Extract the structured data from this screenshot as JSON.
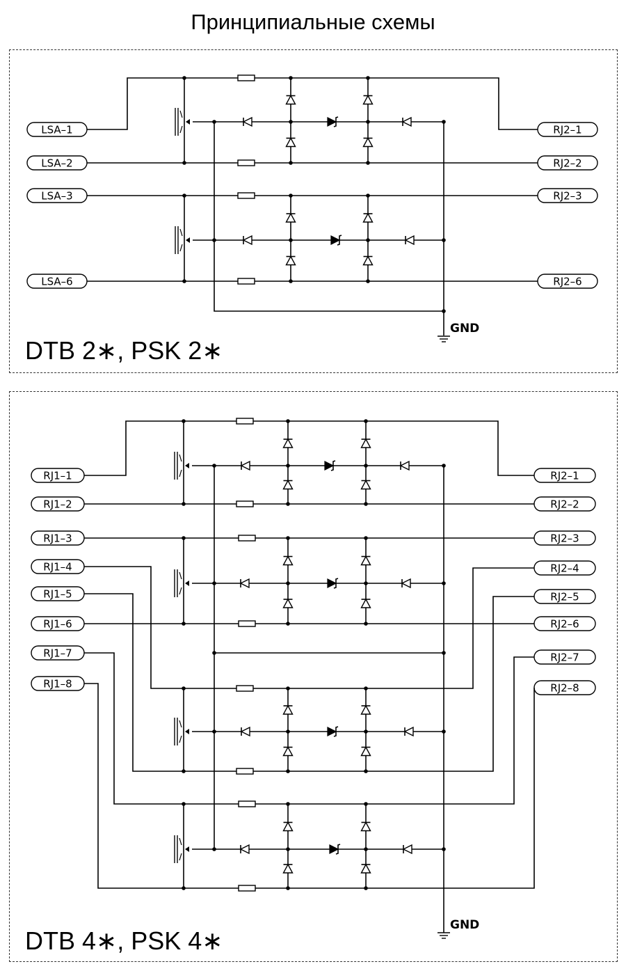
{
  "page": {
    "title": "Принципиальные схемы"
  },
  "panels": [
    {
      "caption": "DTB 2∗, PSK 2∗",
      "gnd_label": "GND",
      "left_terminals": [
        "LSA–1",
        "LSA–2",
        "LSA–3",
        "LSA–6"
      ],
      "right_terminals": [
        "RJ2–1",
        "RJ2–2",
        "RJ2–3",
        "RJ2–6"
      ]
    },
    {
      "caption": "DTB 4∗, PSK 4∗",
      "gnd_label": "GND",
      "left_terminals": [
        "RJ1–1",
        "RJ1–2",
        "RJ1–3",
        "RJ1–4",
        "RJ1–5",
        "RJ1–6",
        "RJ1–7",
        "RJ1–8"
      ],
      "right_terminals": [
        "RJ2–1",
        "RJ2–2",
        "RJ2–3",
        "RJ2–4",
        "RJ2–5",
        "RJ2–6",
        "RJ2–7",
        "RJ2–8"
      ]
    }
  ]
}
